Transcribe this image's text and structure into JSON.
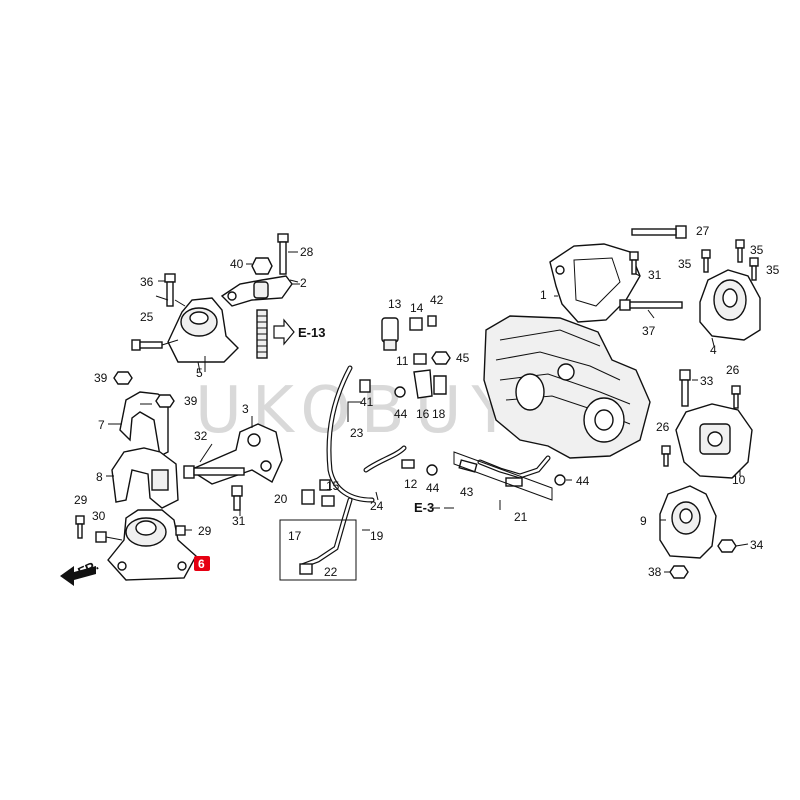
{
  "watermark": "UKOBUY",
  "highlight": {
    "label": "6",
    "color": "#e60012"
  },
  "references": {
    "e13": "E-13",
    "e3": "E-3",
    "front": "FR."
  },
  "callouts": {
    "n1": "1",
    "n2": "2",
    "n3": "3",
    "n4": "4",
    "n5": "5",
    "n7": "7",
    "n8": "8",
    "n9": "9",
    "n10": "10",
    "n11": "11",
    "n12": "12",
    "n13": "13",
    "n14": "14",
    "n15": "15",
    "n16": "16",
    "n17": "17",
    "n18": "18",
    "n19": "19",
    "n20": "20",
    "n21": "21",
    "n22": "22",
    "n23": "23",
    "n24": "24",
    "n25": "25",
    "n26a": "26",
    "n26b": "26",
    "n27": "27",
    "n28": "28",
    "n29a": "29",
    "n29b": "29",
    "n30": "30",
    "n31a": "31",
    "n31b": "31",
    "n32": "32",
    "n33": "33",
    "n34": "34",
    "n35a": "35",
    "n35b": "35",
    "n35c": "35",
    "n36": "36",
    "n37": "37",
    "n38": "38",
    "n39a": "39",
    "n39b": "39",
    "n40": "40",
    "n41": "41",
    "n42": "42",
    "n43": "43",
    "n44a": "44",
    "n44b": "44",
    "n44c": "44",
    "n45": "45"
  }
}
